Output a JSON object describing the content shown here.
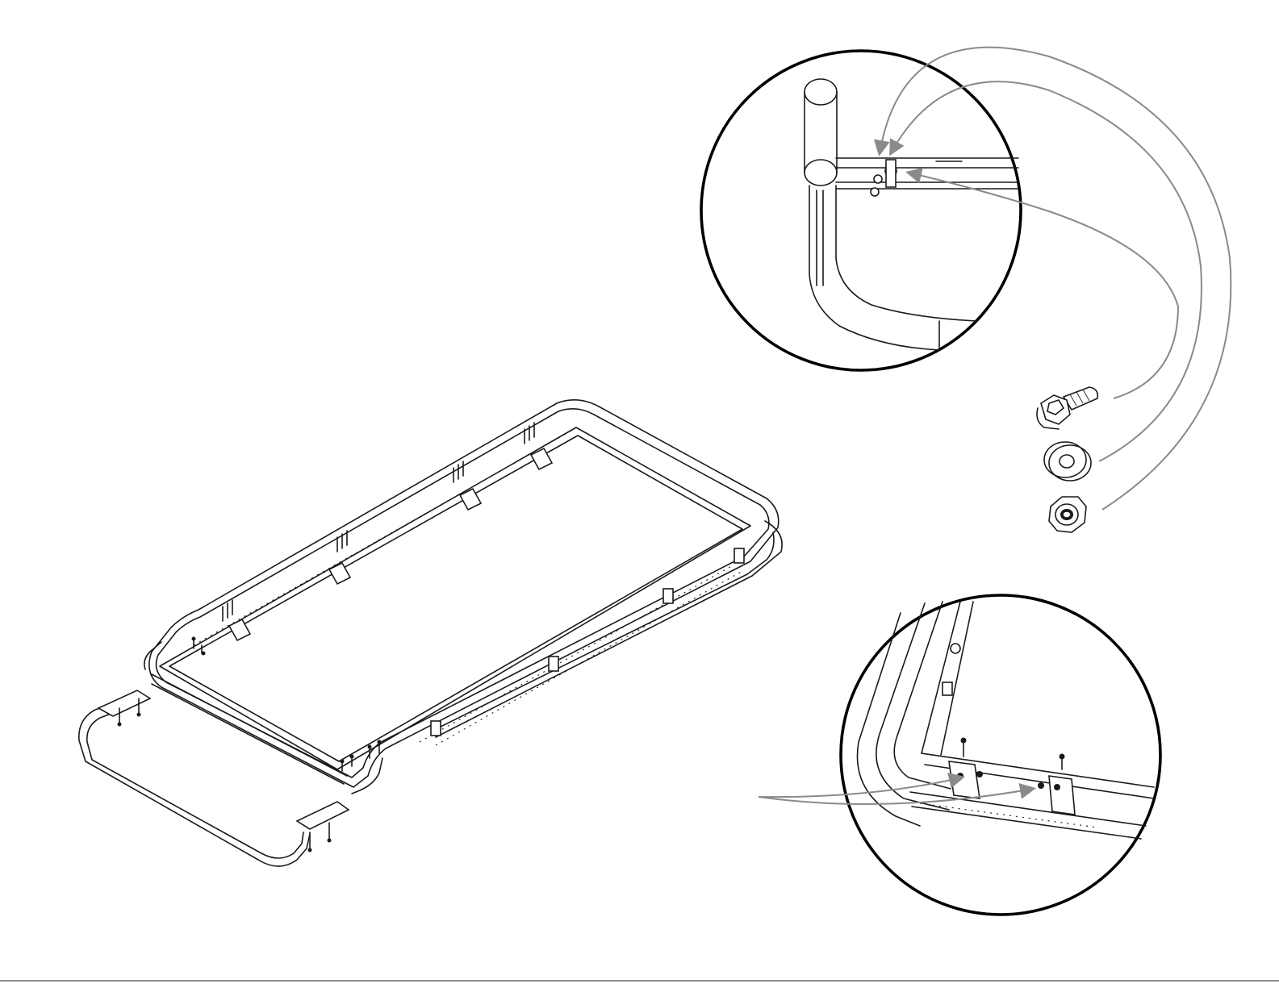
{
  "colors": {
    "background": "#ffffff",
    "line": "#1a1a1a",
    "callout_arrow": "#8a8a8a"
  },
  "parts": [
    "flange-bolt-icon",
    "flat-washer-icon",
    "lock-nut-icon"
  ],
  "views": [
    "main-frame-assembly",
    "detail-circle-upper",
    "detail-circle-lower"
  ]
}
